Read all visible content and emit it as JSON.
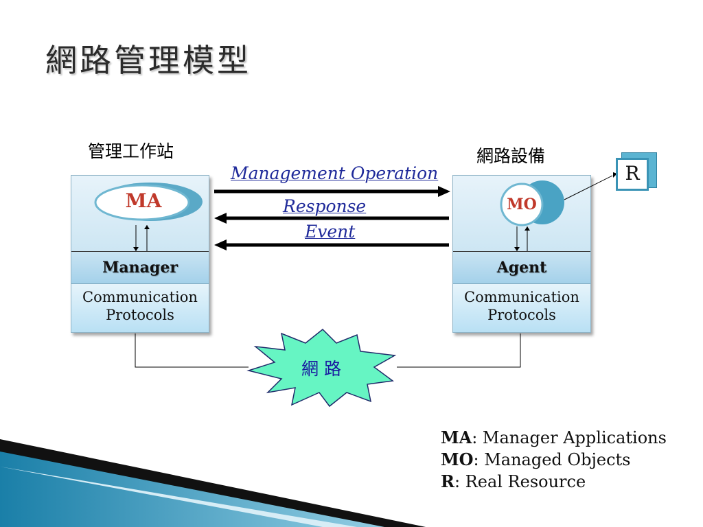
{
  "title": "網路管理模型",
  "manager_station": {
    "title": "管理工作站",
    "app_label": "MA",
    "role_label": "Manager",
    "protocol_line1": "Communication",
    "protocol_line2": "Protocols"
  },
  "network_device": {
    "title": "網路設備",
    "object_label": "MO",
    "role_label": "Agent",
    "protocol_line1": "Communication",
    "protocol_line2": "Protocols"
  },
  "resource_label": "R",
  "operations": {
    "management": "Management Operation",
    "response": "Response",
    "event": "Event"
  },
  "network_label": "網 路",
  "legend": [
    {
      "abbr": "MA",
      "desc": ": Manager Applications"
    },
    {
      "abbr": "MO",
      "desc": ": Managed Objects"
    },
    {
      "abbr": "R",
      "desc": ": Real Resource"
    }
  ],
  "colors": {
    "network_burst": "#66f5c3",
    "operation_text": "#1f2a9a",
    "ma_text": "#c0392b",
    "panel_blue": "#a4d1ea"
  }
}
